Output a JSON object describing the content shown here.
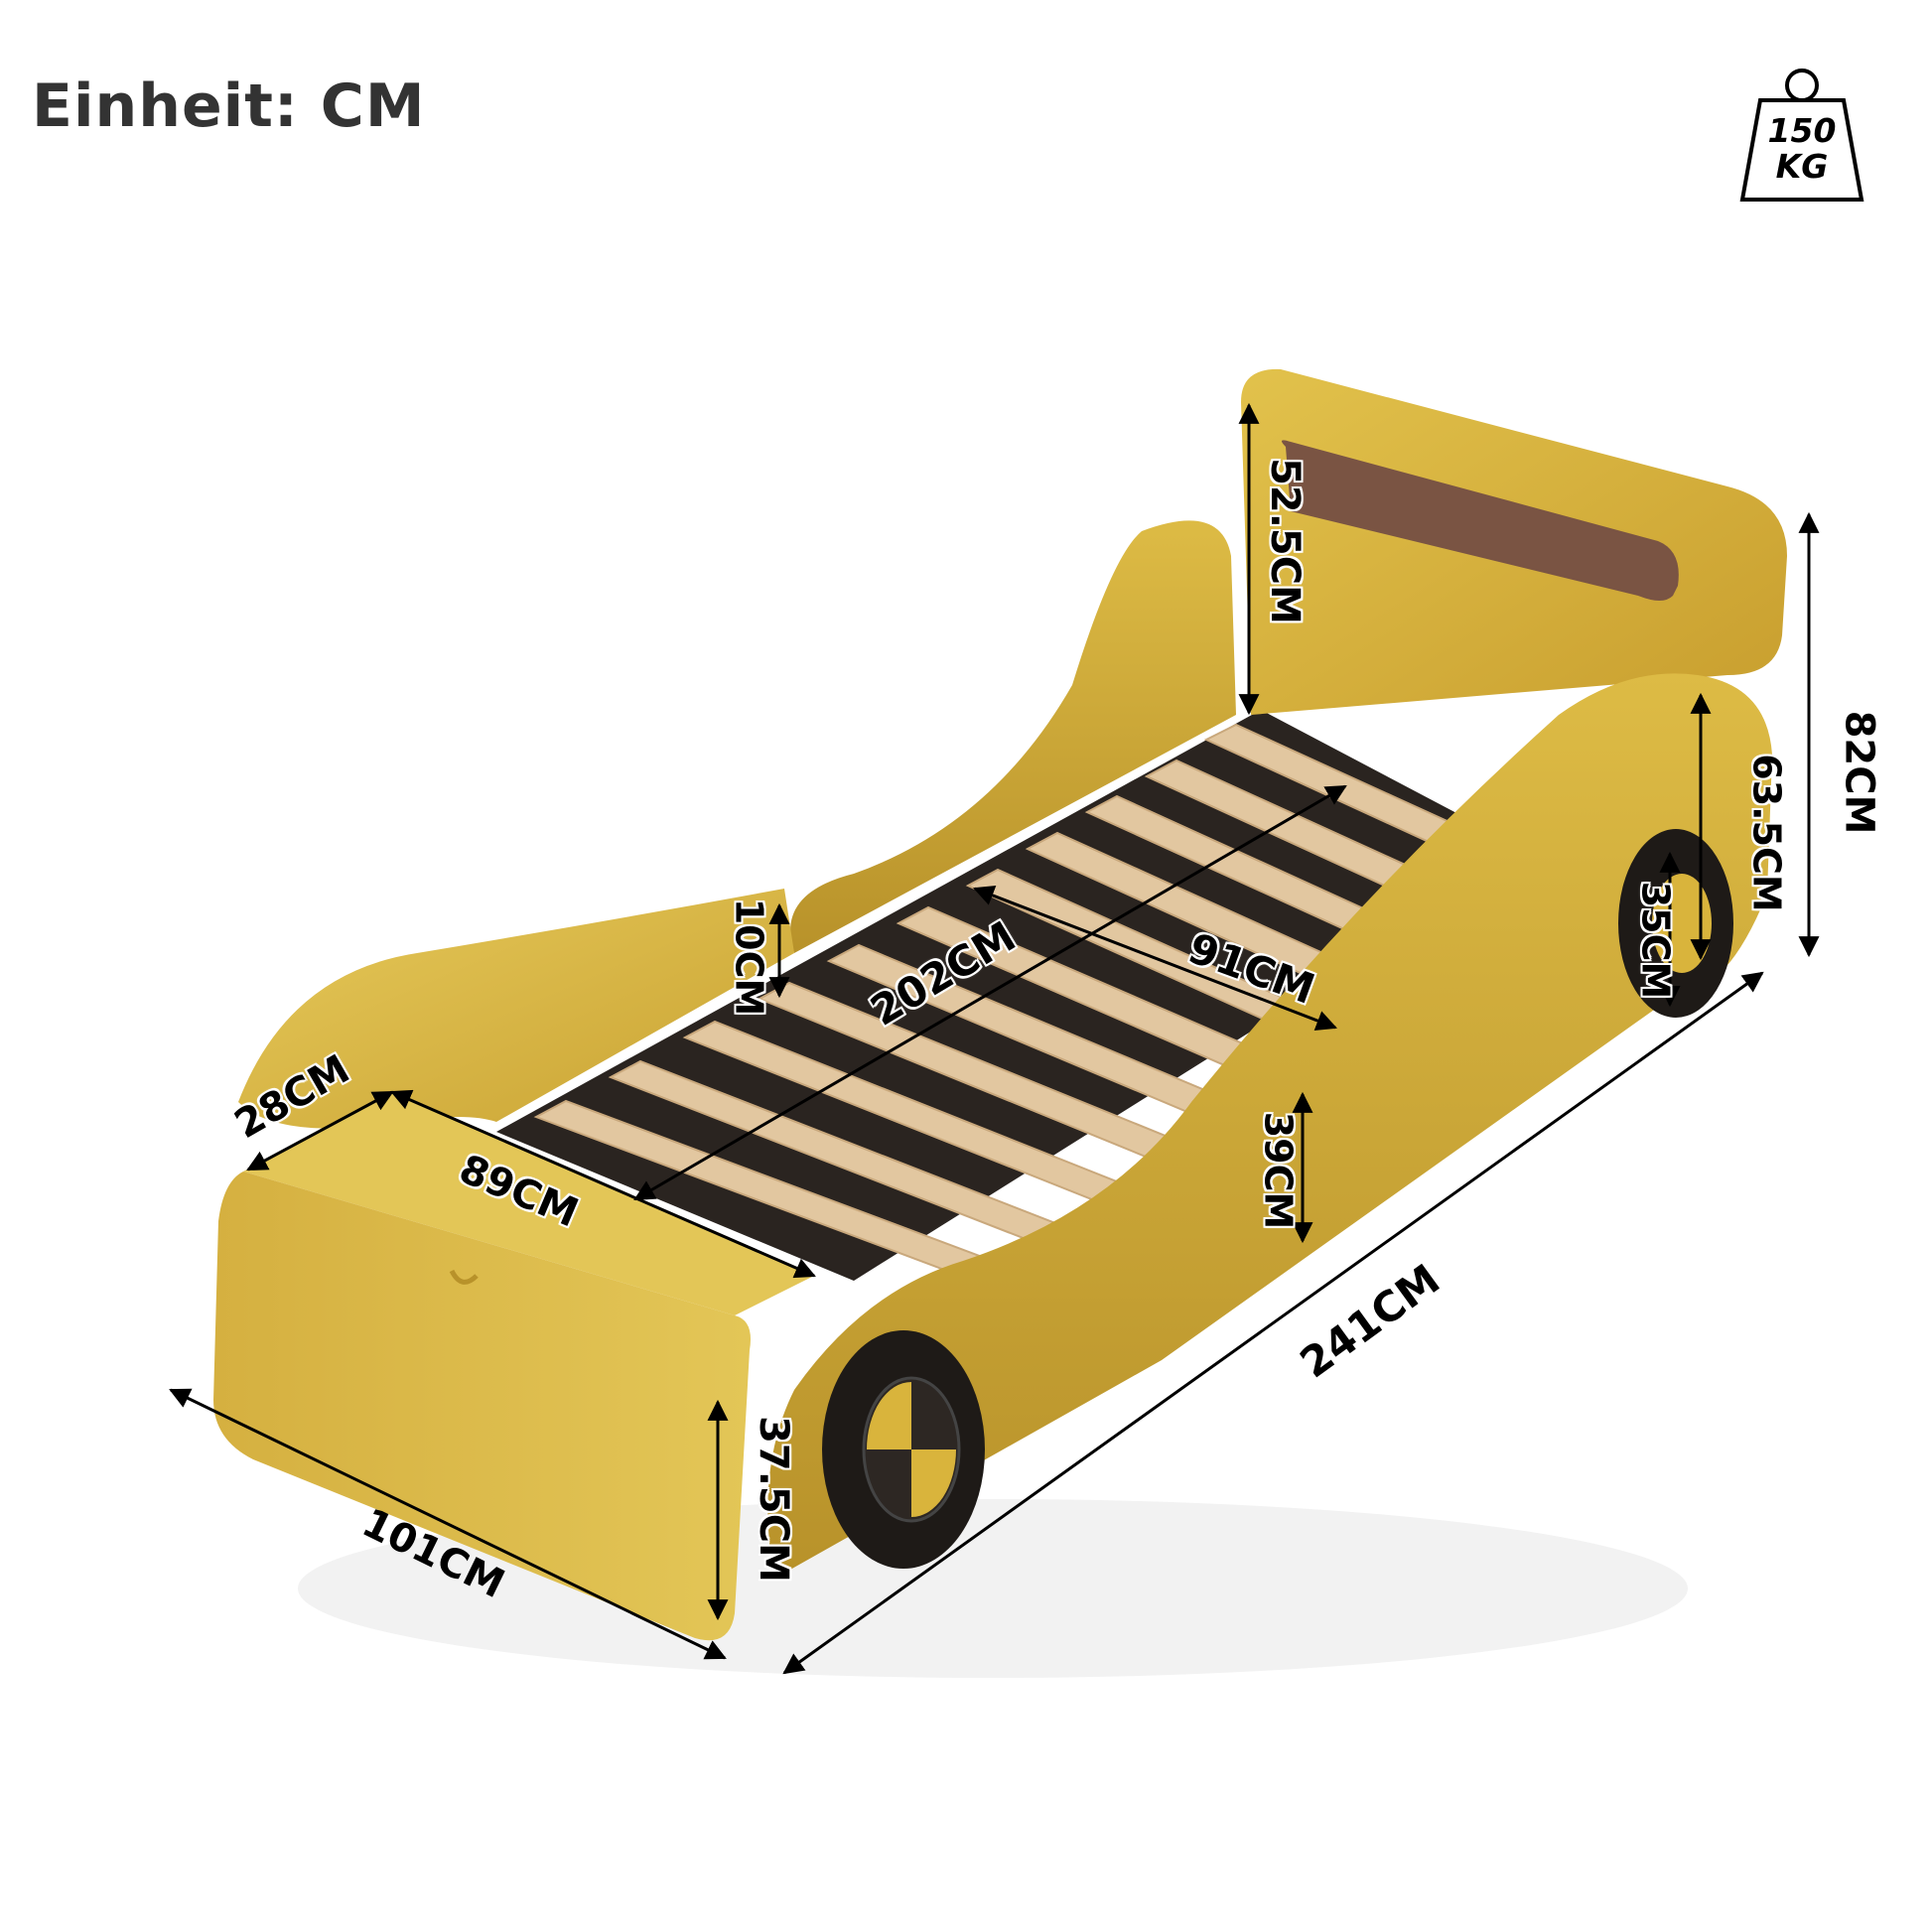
{
  "header": {
    "unit_label": "Einheit: CM"
  },
  "weight_badge": {
    "icon": "weight-icon",
    "value": "150",
    "unit": "KG"
  },
  "product": {
    "description": "Yellow race-car shaped children's bed with slatted frame, headboard with brown pad, black wheels",
    "colors": {
      "body": "#D9B43C",
      "body_shadow": "#B8922A",
      "body_highlight": "#E6C95A",
      "headboard_pad": "#7A5443",
      "slats": "#E2C7A0",
      "frame": "#2A2420",
      "wheel": "#1E1A17"
    }
  },
  "dimensions": {
    "headboard_height": "52.5CM",
    "total_height": "82CM",
    "side_rear_height": "63.5CM",
    "wheel_height": "35CM",
    "slat_depth": "10CM",
    "mattress_length": "202CM",
    "mattress_width": "91CM",
    "foot_depth": "28CM",
    "foot_width": "89CM",
    "side_mid_height": "39CM",
    "foot_height": "37.5CM",
    "total_width": "101CM",
    "total_length": "241CM"
  }
}
